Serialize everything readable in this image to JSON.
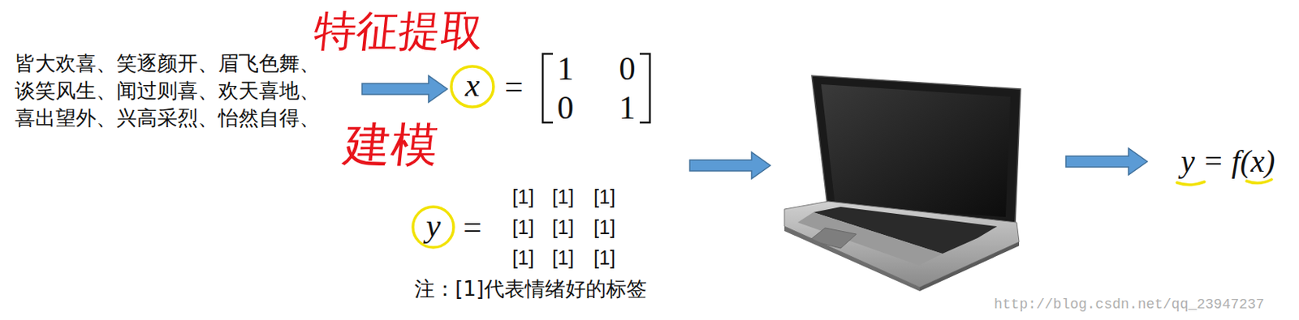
{
  "diagram": {
    "nodes": [
      {
        "text": [
          "x"
        ]
      },
      {
        "text": [
          "y"
        ]
      }
    ],
    "labels": [
      "特征提取",
      "皆大欢喜、笑逐颜开、眉飞色舞、 谈笑风生、闻过则喜、欢天喜地、 喜出望外、兴高采烈、怡然自得、",
      "=",
      "1",
      "0",
      "0",
      "1",
      "建模",
      "=",
      "[1]",
      "[1]",
      "[1]",
      "[1]",
      "[1]",
      "[1]",
      "[1]",
      "[1]",
      "[1]",
      "注：[1]代表情绪好的标签",
      "y = f(x)",
      "http://blog.csdn.net/qq_23947237"
    ]
  }
}
